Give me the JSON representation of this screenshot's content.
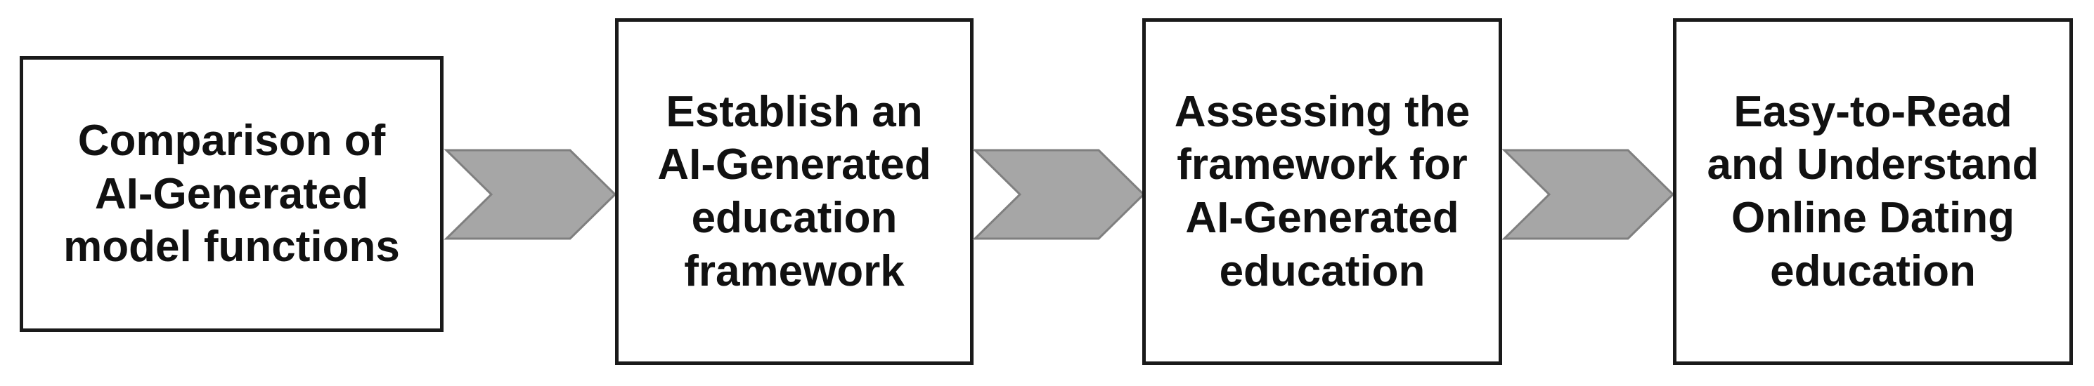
{
  "steps": [
    {
      "label": "Comparison of\nAI-Generated\nmodel functions"
    },
    {
      "label": "Establish an\nAI-Generated\neducation\nframework"
    },
    {
      "label": "Assessing the\nframework for\nAI-Generated\neducation"
    },
    {
      "label": "Easy-to-Read\nand Understand\nOnline Dating\neducation"
    }
  ],
  "colors": {
    "box_border": "#1a1a1a",
    "box_text": "#111111",
    "arrow_fill": "#a6a6a6",
    "arrow_stroke": "#7f7f7f",
    "background": "#ffffff"
  },
  "icons": {
    "connector": "chevron-arrow-icon"
  }
}
